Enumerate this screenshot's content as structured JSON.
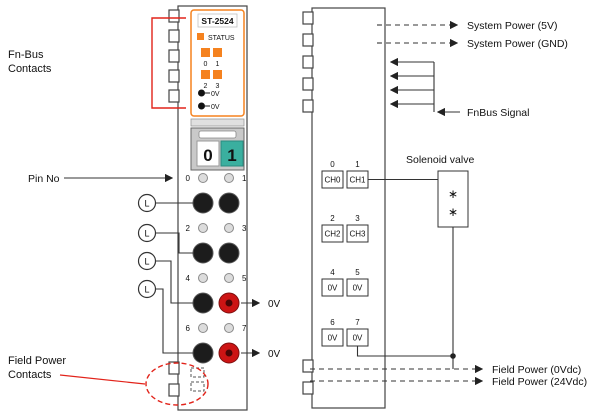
{
  "colors": {
    "accent": "#f5821f",
    "red": "#e2231a",
    "red_terminal": "#cc1414",
    "teal": "#3aaf9f"
  },
  "module": {
    "title": "ST-2524",
    "status": "STATUS",
    "led_labels": [
      "0",
      "1",
      "2",
      "3"
    ],
    "panel_ov": [
      "0V",
      "0V"
    ],
    "display_digits": [
      "0",
      "1"
    ],
    "pin_numbers": [
      "0",
      "1",
      "2",
      "3",
      "4",
      "5",
      "6",
      "7"
    ],
    "load_labels": [
      "L",
      "L",
      "L",
      "L"
    ],
    "terminal_ov_labels": [
      "0V",
      "0V"
    ]
  },
  "annotations": {
    "fnbus_contacts": [
      "Fn-Bus",
      "Contacts"
    ],
    "pin_no": "Pin No",
    "field_power_contacts": [
      "Field Power",
      "Contacts"
    ]
  },
  "schematic": {
    "system_power_5v": "System Power (5V)",
    "system_power_gnd": "System Power (GND)",
    "fnbus_signal": "FnBus Signal",
    "solenoid_valve": "Solenoid valve",
    "solenoid_symbols": [
      "∗",
      "∗"
    ],
    "channel_rows": [
      {
        "pins": [
          "0",
          "1"
        ],
        "labels": [
          "CH0",
          "CH1"
        ]
      },
      {
        "pins": [
          "2",
          "3"
        ],
        "labels": [
          "CH2",
          "CH3"
        ]
      },
      {
        "pins": [
          "4",
          "5"
        ],
        "labels": [
          "0V",
          "0V"
        ]
      },
      {
        "pins": [
          "6",
          "7"
        ],
        "labels": [
          "0V",
          "0V"
        ]
      }
    ],
    "field_power_0v": "Field Power (0Vdc)",
    "field_power_24v": "Field Power (24Vdc)"
  }
}
